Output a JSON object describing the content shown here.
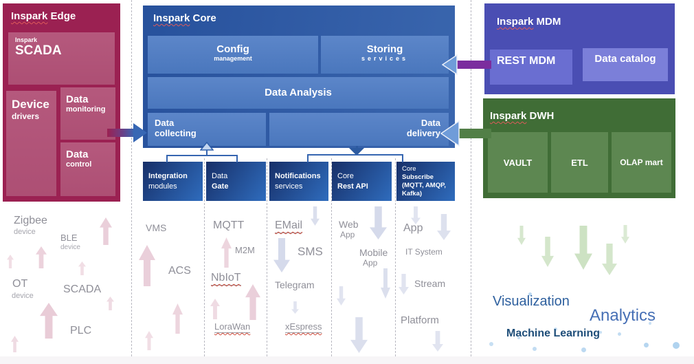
{
  "edge": {
    "brand": "Inspark",
    "title": "Edge",
    "scada": {
      "line1": "Inspark",
      "line2": "SCADA"
    },
    "device_drivers": {
      "line1": "Device",
      "line2": "drivers"
    },
    "data_monitoring": {
      "line1": "Data",
      "line2": "monitoring"
    },
    "data_control": {
      "line1": "Data",
      "line2": "control"
    }
  },
  "core": {
    "brand": "Inspark",
    "title": "Core",
    "config": {
      "line1": "Config",
      "line2": "management"
    },
    "storing": {
      "line1": "Storing",
      "line2": "services"
    },
    "analysis": "Data Analysis",
    "collecting": {
      "line1": "Data",
      "line2": "collecting"
    },
    "delivery": {
      "line1": "Data",
      "line2": "delivery"
    },
    "modules": [
      {
        "line1": "Integration",
        "line2": "modules"
      },
      {
        "line1": "Data",
        "line2": "Gate"
      },
      {
        "line1": "Notifications",
        "line2": "services"
      },
      {
        "line1": "Core",
        "line2": "Rest API"
      },
      {
        "line1": "Core",
        "line2": "Subscribe",
        "line3": "(MQTT, AMQP,",
        "line4": "Kafka)"
      }
    ]
  },
  "mdm": {
    "brand": "Inspark",
    "title": "MDM",
    "rest_mdm": "REST MDM",
    "data_catalog": "Data catalog"
  },
  "dwh": {
    "brand": "Inspark",
    "title": "DWH",
    "vault": "VAULT",
    "etl": "ETL",
    "olap": "OLAP mart"
  },
  "zones": {
    "col1": {
      "items": [
        {
          "label": "Zigbee",
          "sub": "device"
        },
        {
          "label": "BLE",
          "sub": "device"
        },
        {
          "label": "OT",
          "sub": "device"
        },
        {
          "label": "SCADA"
        },
        {
          "label": "PLC"
        }
      ]
    },
    "col2": {
      "items": [
        {
          "label": "VMS"
        },
        {
          "label": "ACS"
        }
      ]
    },
    "col3": {
      "items": [
        {
          "label": "MQTT"
        },
        {
          "label": "M2M"
        },
        {
          "label": "NbIoT"
        },
        {
          "label": "LoraWan"
        }
      ]
    },
    "col4": {
      "items": [
        {
          "label": "EMail"
        },
        {
          "label": "SMS"
        },
        {
          "label": "Telegram"
        },
        {
          "label": "xEspress"
        }
      ]
    },
    "col5": {
      "items": [
        {
          "label": "Web",
          "sub": "App"
        },
        {
          "label": "Mobile",
          "sub": "App"
        }
      ]
    },
    "col6": {
      "items": [
        {
          "label": "App"
        },
        {
          "label": "IT System"
        },
        {
          "label": "Stream"
        },
        {
          "label": "Platform"
        }
      ]
    },
    "col7": {
      "items": [
        {
          "label": "Visualization"
        },
        {
          "label": "Analytics"
        },
        {
          "label": "Machine Learning"
        }
      ]
    }
  },
  "colors": {
    "edge_bg": "#9b2152",
    "edge_box": "#b15478",
    "core_bg": "#2e5ba4",
    "core_box": "#4e7dc1",
    "module_box": "#1d4a93",
    "mdm_bg": "#4a4eb3",
    "mdm_box": "#7175d5",
    "dwh_bg": "#406d36",
    "dwh_box": "#5d8751",
    "arrow_pink": "#e6c4d1",
    "arrow_bluegray": "#d5daeb",
    "arrow_green": "#cde2c3",
    "connector_blue": "#3565b0",
    "mdm_arrow_purple": "#7b2d9e",
    "dwh_arrow_green": "#527f47",
    "label_gray": "#8f8f98",
    "analytics_blue": "#2d5f9e",
    "ml_blue": "#1f4e79"
  }
}
